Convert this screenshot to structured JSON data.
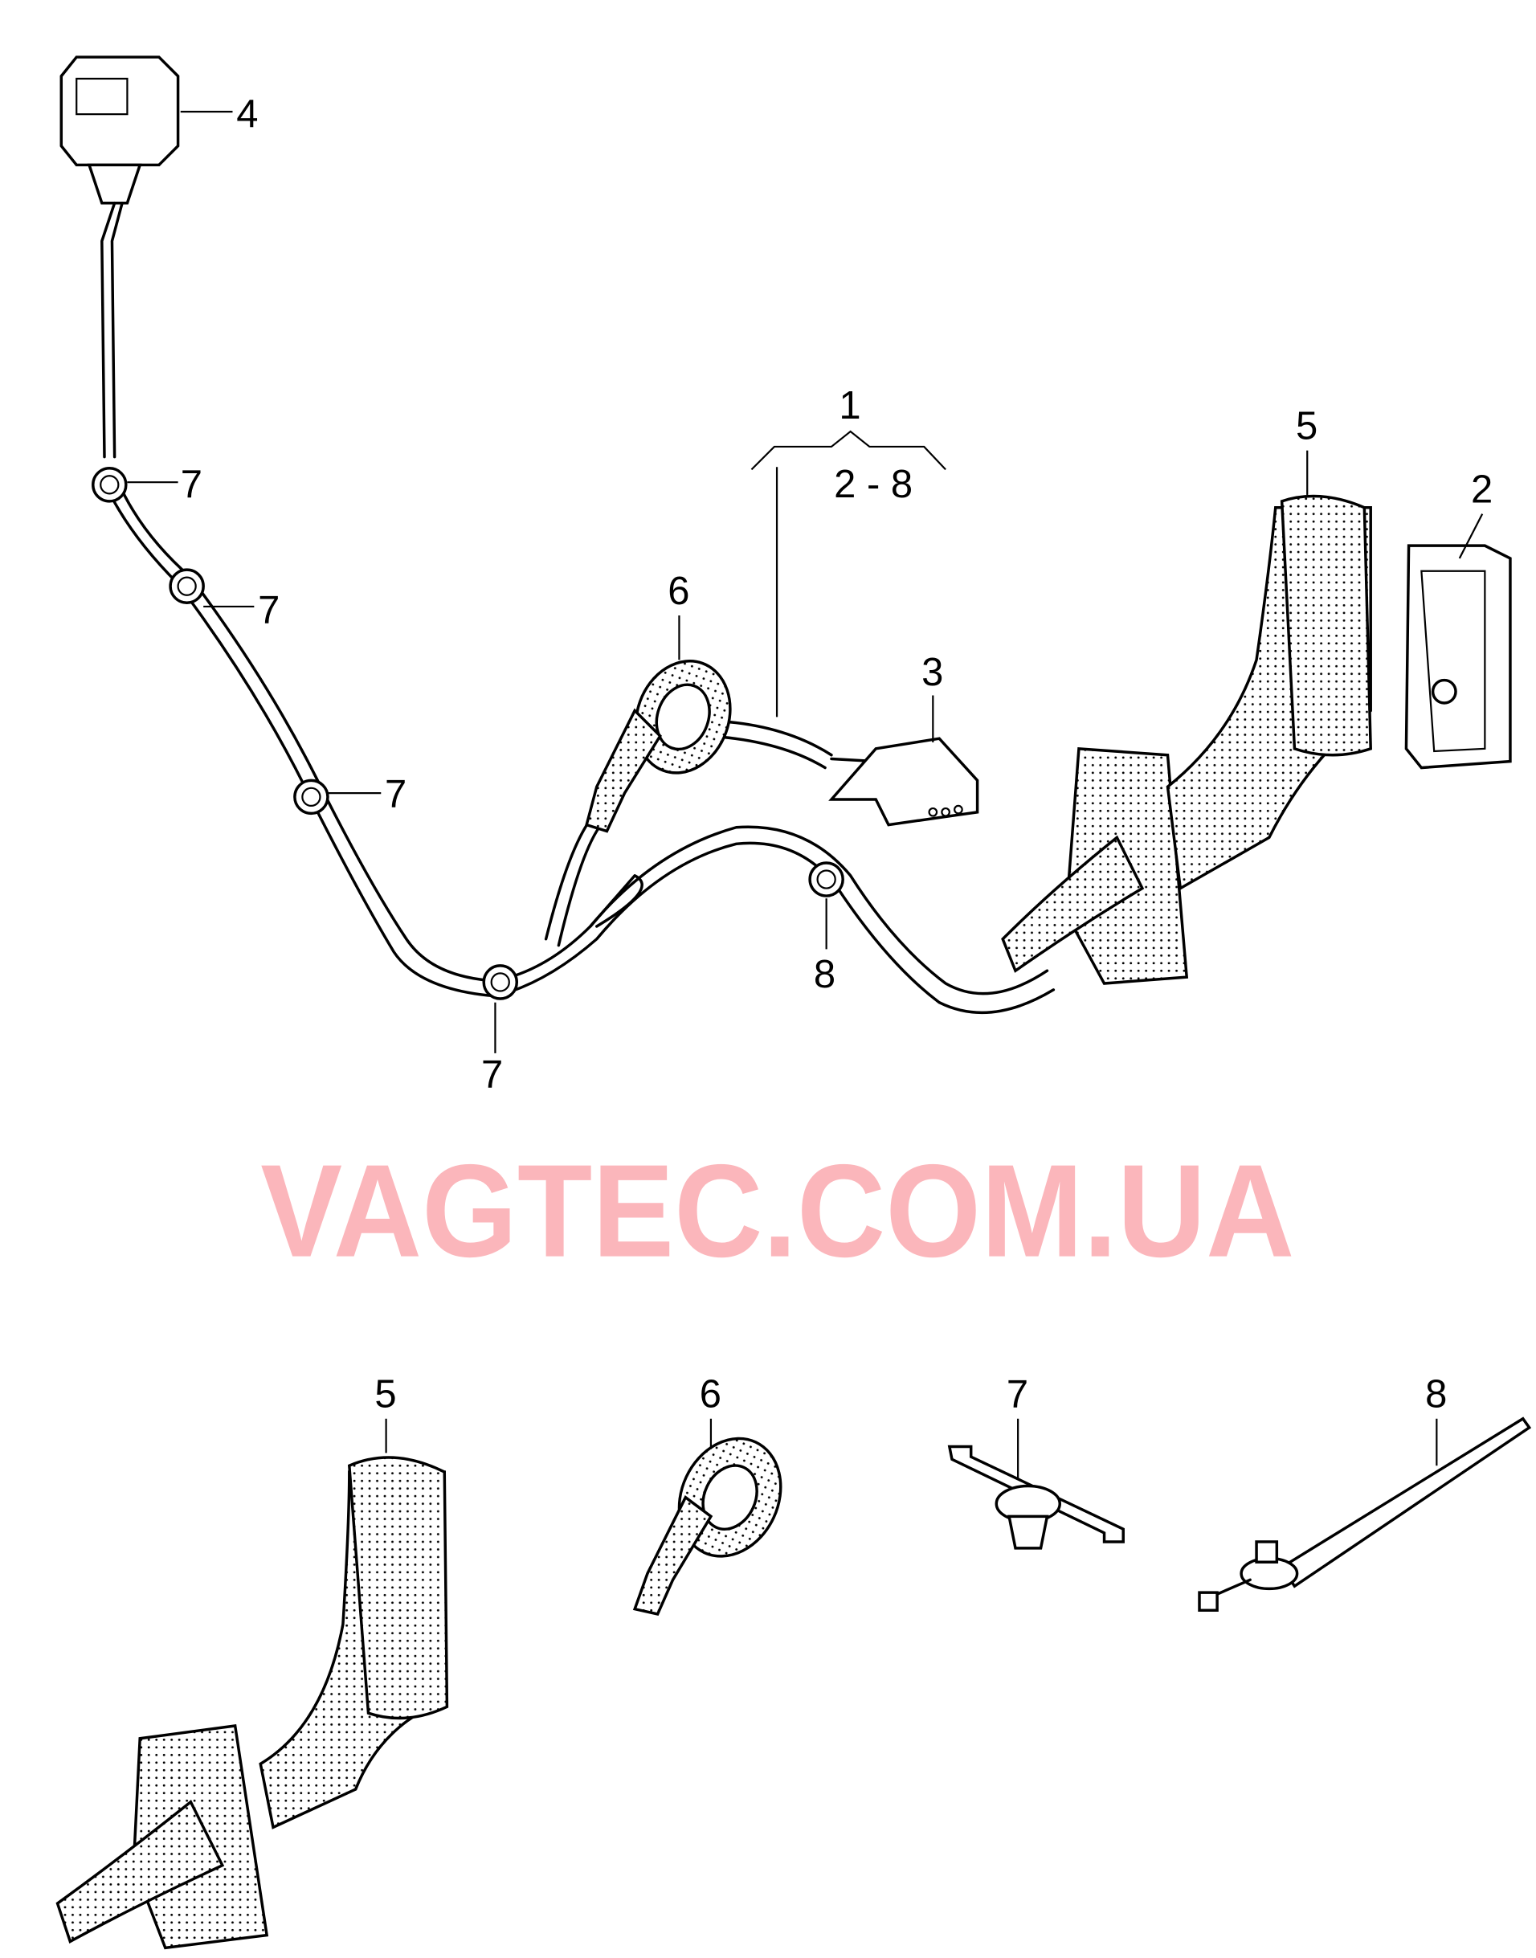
{
  "watermark": "VAGTEC.COM.UA",
  "callouts": {
    "assembly": "1",
    "assembly_range": "2 - 8",
    "connector_large": "2",
    "connector_small": "3",
    "connector_round": "4",
    "grommet_large": "5",
    "grommet_small": "6",
    "clip": "7",
    "cable_tie": "8"
  },
  "colors": {
    "watermark": "#fbb3b8",
    "line": "#000000"
  }
}
